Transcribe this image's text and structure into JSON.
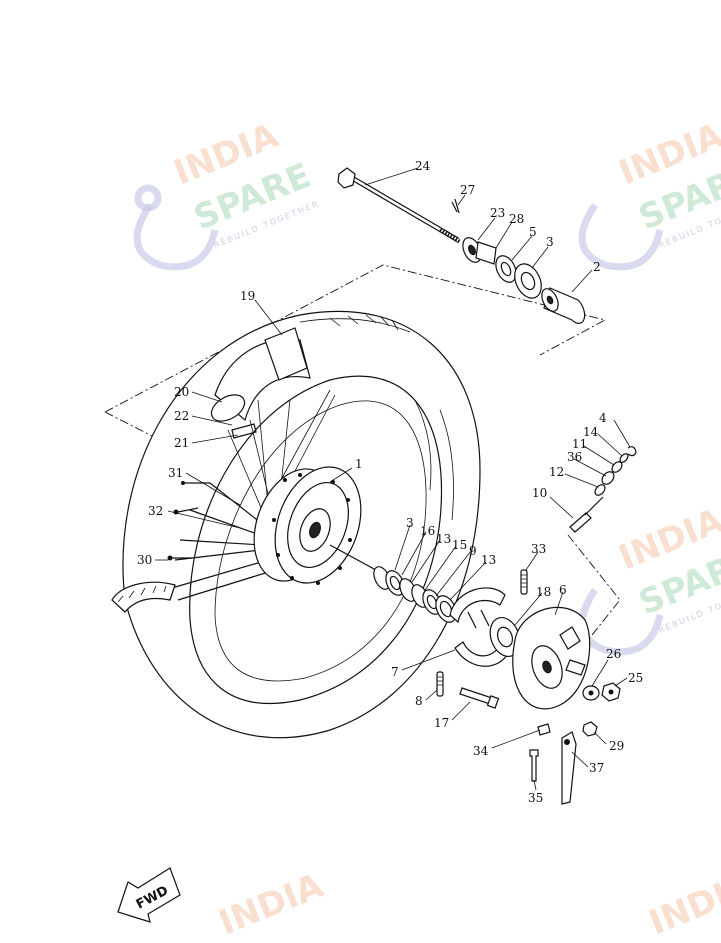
{
  "watermark": {
    "brand_line_1": "INDIA",
    "brand_line_2": "SPARE",
    "tagline": "REBUILD TOGETHER"
  },
  "direction_marker": "FWD",
  "callouts": [
    "1",
    "2",
    "3",
    "3",
    "4",
    "5",
    "6",
    "7",
    "8",
    "9",
    "10",
    "11",
    "12",
    "13",
    "13",
    "14",
    "15",
    "16",
    "17",
    "18",
    "19",
    "20",
    "21",
    "22",
    "23",
    "24",
    "25",
    "26",
    "27",
    "28",
    "29",
    "30",
    "31",
    "32",
    "33",
    "34",
    "35",
    "36",
    "37"
  ]
}
